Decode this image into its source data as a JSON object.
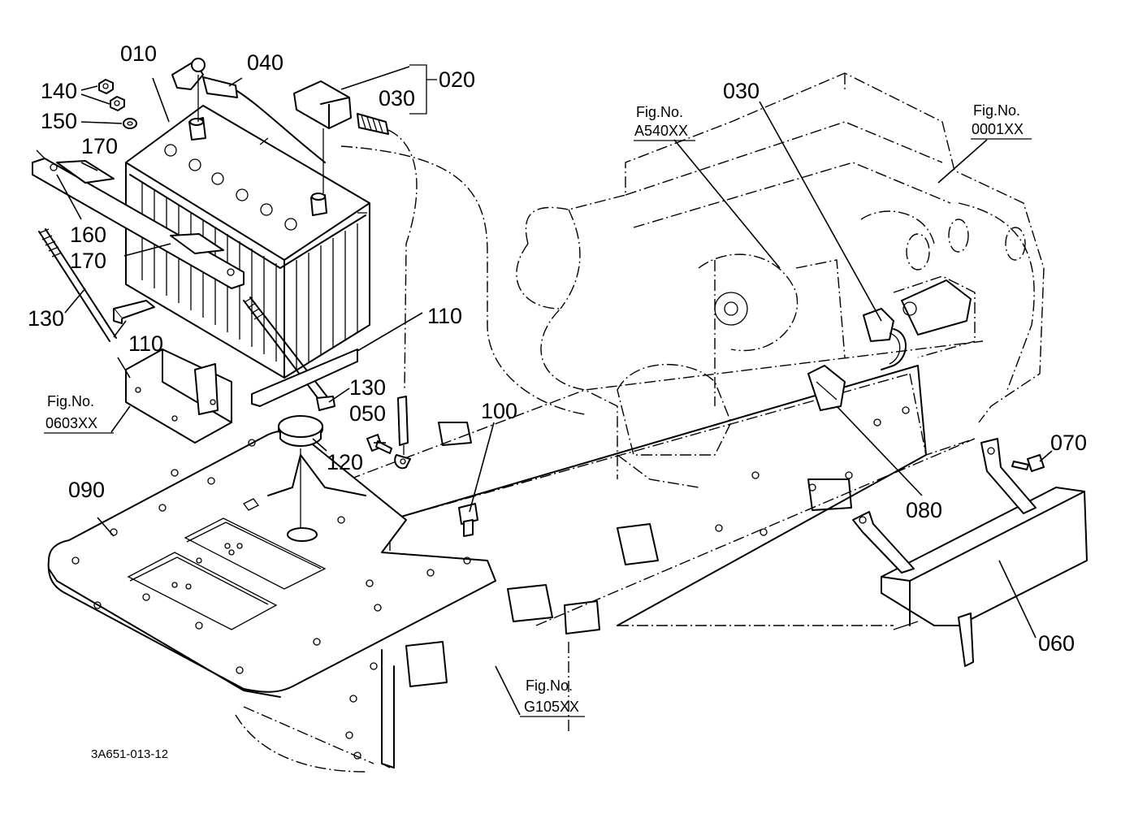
{
  "diagram": {
    "drawing_code": "3A651-013-12",
    "part_labels": {
      "p010": "010",
      "p020": "020",
      "p030a": "030",
      "p030b": "030",
      "p040": "040",
      "p050": "050",
      "p060": "060",
      "p070": "070",
      "p080": "080",
      "p090": "090",
      "p100": "100",
      "p110a": "110",
      "p110b": "110",
      "p120": "120",
      "p130a": "130",
      "p130b": "130",
      "p140": "140",
      "p150": "150",
      "p160": "160",
      "p170a": "170",
      "p170b": "170"
    },
    "figure_refs": {
      "a540": {
        "title": "Fig.No.",
        "code": "A540XX"
      },
      "f0001": {
        "title": "Fig.No.",
        "code": "0001XX"
      },
      "f0603": {
        "title": "Fig.No.",
        "code": "0603XX"
      },
      "g105": {
        "title": "Fig.No.",
        "code": "G105XX"
      }
    }
  }
}
